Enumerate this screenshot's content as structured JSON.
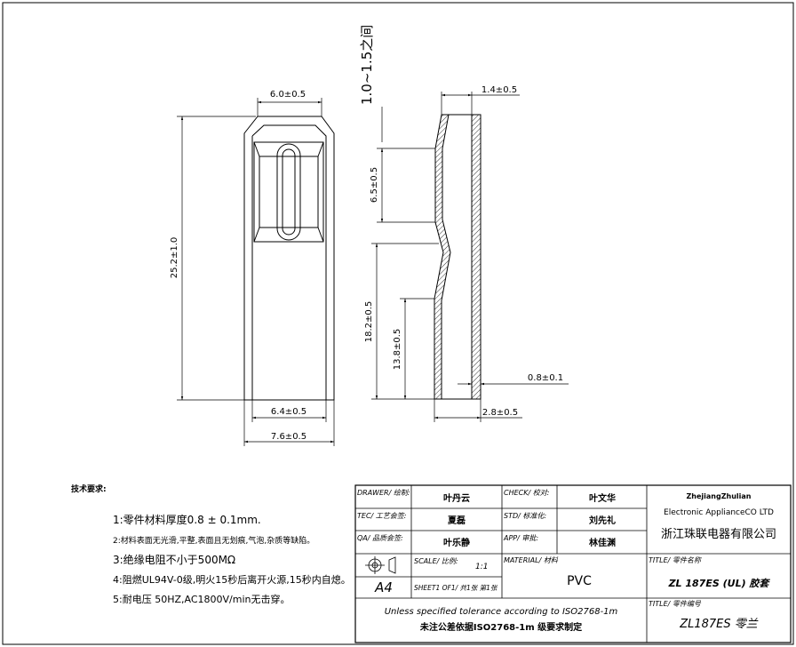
{
  "drawing": {
    "front_view": {
      "top_width": "6.0±0.5",
      "height": "25.2±1.0",
      "inner_width": "6.4±0.5",
      "outer_width": "7.6±0.5"
    },
    "side_view": {
      "gap_note": "1.0~1.5之间",
      "thickness": "1.4±0.5",
      "upper_len": "6.5±0.5",
      "lower_len": "18.2±0.5",
      "lower_inner": "13.8±0.5",
      "plate": "0.8±0.1",
      "base_width": "2.8±0.5"
    }
  },
  "notes": {
    "heading": "技术要求:",
    "items": [
      "1:零件材料厚度0.8 ± 0.1mm.",
      "2:材料表面无光滑,平整,表面且无划痕,气泡,杂质等缺陷。",
      "3:绝缘电阻不小于500MΩ",
      "4:阻燃UL94V-0级,明火15秒后离开火源,15秒内自熄。",
      "5:耐电压 50HZ,AC1800V/min无击穿。"
    ]
  },
  "title_block": {
    "drawer_label": "DRAWER/ 绘制:",
    "drawer": "叶丹云",
    "check_label": "CHECK/ 校对:",
    "check": "叶文华",
    "tec_label": "TEC/ 工艺会签:",
    "tec": "夏磊",
    "std_label": "STD/ 标准化:",
    "std": "刘先礼",
    "qa_label": "QA/ 品质会签:",
    "qa": "叶乐静",
    "app_label": "APP/ 审批:",
    "app": "林佳渊",
    "scale_label": "SCALE/ 比例:",
    "scale": "1:1",
    "material_label": "MATERIAL/ 材料",
    "material": "PVC",
    "sheet_label": "SHEET1 OF1/ 共1张 第1张",
    "paper": "A4",
    "company_en1": "ZhejiangZhulian",
    "company_en2": "Electronic ApplianceCO LTD",
    "company_cn": "浙江珠联电器有限公司",
    "title_label": "TITLE/ 零件名称",
    "title": "ZL 187ES (UL)  胶套",
    "number_label": "TITLE/ 零件编号",
    "number": "ZL187ES 零兰",
    "tolerance_en": "Unless specified tolerance according to ISO2768-1m",
    "tolerance_cn": "未注公差依据ISO2768-1m 级要求制定"
  }
}
